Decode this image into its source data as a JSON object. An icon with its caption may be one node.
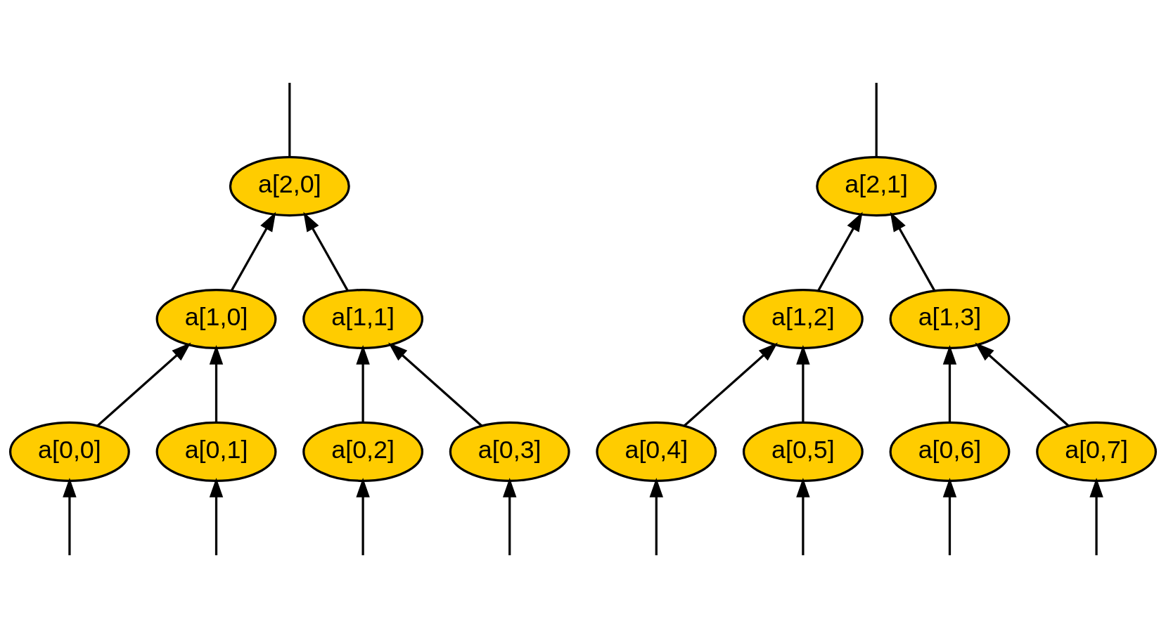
{
  "diagram": {
    "nodes": [
      {
        "text": [
          "a[2,0]"
        ]
      },
      {
        "text": [
          "a[2,1]"
        ]
      },
      {
        "text": [
          "a[1,0]"
        ]
      },
      {
        "text": [
          "a[1,1]"
        ]
      },
      {
        "text": [
          "a[1,2]"
        ]
      },
      {
        "text": [
          "a[1,3]"
        ]
      },
      {
        "text": [
          "a[0,0]"
        ]
      },
      {
        "text": [
          "a[0,1]"
        ]
      },
      {
        "text": [
          "a[0,2]"
        ]
      },
      {
        "text": [
          "a[0,3]"
        ]
      },
      {
        "text": [
          "a[0,4]"
        ]
      },
      {
        "text": [
          "a[0,5]"
        ]
      },
      {
        "text": [
          "a[0,6]"
        ]
      },
      {
        "text": [
          "a[0,7]"
        ]
      }
    ],
    "edges": [
      {
        "from": 0,
        "to": null,
        "arrow": "none"
      },
      {
        "from": 1,
        "to": null,
        "arrow": "none"
      },
      {
        "from": 2,
        "to": 0,
        "arrow": "to"
      },
      {
        "from": 3,
        "to": 0,
        "arrow": "to"
      },
      {
        "from": 4,
        "to": 1,
        "arrow": "to"
      },
      {
        "from": 5,
        "to": 1,
        "arrow": "to"
      },
      {
        "from": 6,
        "to": 2,
        "arrow": "to"
      },
      {
        "from": 7,
        "to": 2,
        "arrow": "to"
      },
      {
        "from": 8,
        "to": 3,
        "arrow": "to"
      },
      {
        "from": 9,
        "to": 3,
        "arrow": "to"
      },
      {
        "from": 10,
        "to": 4,
        "arrow": "to"
      },
      {
        "from": 11,
        "to": 4,
        "arrow": "to"
      },
      {
        "from": 12,
        "to": 5,
        "arrow": "to"
      },
      {
        "from": 13,
        "to": 5,
        "arrow": "to"
      },
      {
        "from": null,
        "to": 6,
        "arrow": "to"
      },
      {
        "from": null,
        "to": 7,
        "arrow": "to"
      },
      {
        "from": null,
        "to": 8,
        "arrow": "to"
      },
      {
        "from": null,
        "to": 9,
        "arrow": "to"
      },
      {
        "from": null,
        "to": 10,
        "arrow": "to"
      },
      {
        "from": null,
        "to": 11,
        "arrow": "to"
      },
      {
        "from": null,
        "to": 12,
        "arrow": "to"
      },
      {
        "from": null,
        "to": 13,
        "arrow": "to"
      }
    ]
  }
}
